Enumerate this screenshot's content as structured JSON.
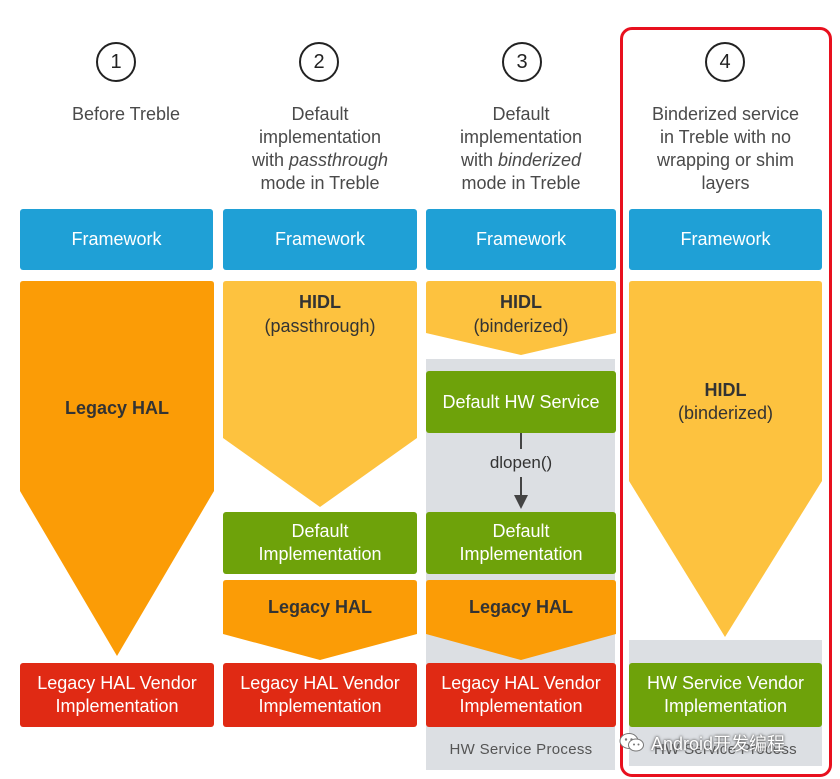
{
  "columns": [
    {
      "number": "1",
      "desc": [
        "Before Treble"
      ],
      "framework": "Framework",
      "arrow_label": "Legacy HAL",
      "vendor": [
        "Legacy HAL Vendor",
        "Implementation"
      ]
    },
    {
      "number": "2",
      "desc": [
        "Default",
        "implementation",
        "with ",
        "passthrough",
        "mode in Treble"
      ],
      "framework": "Framework",
      "hidl_title": "HIDL",
      "hidl_sub": "(passthrough)",
      "default_impl": [
        "Default",
        "Implementation"
      ],
      "legacy_hal": "Legacy HAL",
      "vendor": [
        "Legacy HAL Vendor",
        "Implementation"
      ]
    },
    {
      "number": "3",
      "desc": [
        "Default",
        "implementation",
        "with ",
        "binderized",
        "mode in Treble"
      ],
      "framework": "Framework",
      "hidl_title": "HIDL",
      "hidl_sub": "(binderized)",
      "default_hw_service": "Default HW Service",
      "dlopen": "dlopen()",
      "default_impl": [
        "Default",
        "Implementation"
      ],
      "legacy_hal": "Legacy HAL",
      "vendor": [
        "Legacy HAL Vendor",
        "Implementation"
      ],
      "process": "HW Service Process"
    },
    {
      "number": "4",
      "desc": [
        "Binderized service",
        "in Treble with no",
        "wrapping or shim",
        "layers"
      ],
      "framework": "Framework",
      "hidl_title": "HIDL",
      "hidl_sub": "(binderized)",
      "vendor": [
        "HW Service Vendor",
        "Implementation"
      ],
      "process": "HW Service Process"
    }
  ],
  "watermark": "Android开发编程",
  "colors": {
    "framework": "#1fa0d6",
    "legacy_orange": "#fb9c06",
    "hidl_yellow": "#fdc23f",
    "green": "#6ea20a",
    "vendor_red": "#e02a14",
    "process_gray": "#dcdfe3",
    "highlight_frame": "#e8101e"
  },
  "icons": [
    "wechat-icon"
  ]
}
